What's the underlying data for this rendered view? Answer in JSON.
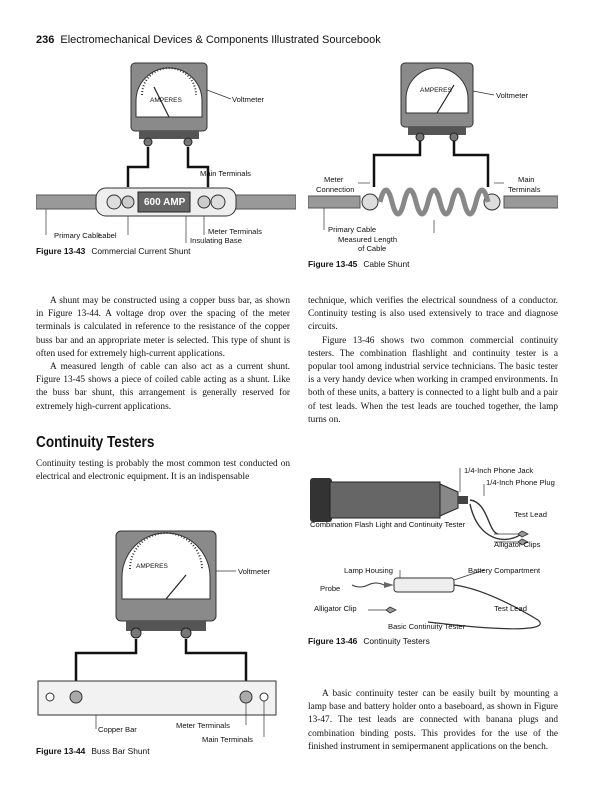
{
  "header": {
    "page_number": "236",
    "book_title": "Electromechanical Devices & Components Illustrated Sourcebook"
  },
  "fig43": {
    "caption_num": "Figure 13-43",
    "caption": "Commercial Current Shunt",
    "dial": "AMPERES",
    "shunt_label": "600 AMP",
    "voltmeter": "Voltmeter",
    "main_terminals": "Main Terminals",
    "primary_cable": "Primary Cable",
    "label": "Label",
    "meter_terminals": "Meter Terminals",
    "insulating_base": "Insulating Base"
  },
  "fig45": {
    "caption_num": "Figure 13-45",
    "caption": "Cable Shunt",
    "dial": "AMPERES",
    "voltmeter": "Voltmeter",
    "meter_connection_1": "Meter",
    "meter_connection_2": "Connection",
    "main_terminals_1": "Main",
    "main_terminals_2": "Terminals",
    "primary_cable": "Primary Cable",
    "measured_length_1": "Measured Length",
    "measured_length_2": "of Cable"
  },
  "body_left": {
    "p1": "A shunt may be constructed using a copper buss bar, as shown in Figure 13-44. A voltage drop over the spacing of the meter terminals is calculated in reference to the resistance of the copper buss bar and an appropriate meter is selected. This type of shunt is often used for extremely high-current applications.",
    "p2": "A measured length of cable can also act as a current shunt. Figure 13-45 shows a piece of coiled cable acting as a shunt. Like the buss bar shunt, this arrangement is generally reserved for extremely high-current applications."
  },
  "body_right": {
    "p1": "technique, which verifies the electrical soundness of a conductor. Continuity testing is also used extensively to trace and diagnose circuits.",
    "p2": "Figure 13-46 shows two common commercial continuity testers. The combination flashlight and continuity tester is a popular tool among industrial service technicians. The basic tester is a very handy device when working in cramped environments. In both of these units, a battery is connected to a light bulb and a pair of test leads. When the test leads are touched together, the lamp turns on."
  },
  "section": {
    "heading": "Continuity Testers",
    "p1": "Continuity testing is probably the most common test conducted on electrical and electronic equipment. It is an indispensable"
  },
  "fig44": {
    "caption_num": "Figure 13-44",
    "caption": "Buss Bar Shunt",
    "dial": "AMPERES",
    "voltmeter": "Voltmeter",
    "copper_bar": "Copper Bar",
    "meter_terminals": "Meter Terminals",
    "main_terminals": "Main Terminals"
  },
  "fig46": {
    "caption_num": "Figure 13-46",
    "caption": "Continuity Testers",
    "phone_jack": "1/4-Inch Phone Jack",
    "phone_plug": "1/4-Inch Phone Plug",
    "test_lead": "Test Lead",
    "combo": "Combination Flash Light and Continuity Tester",
    "alligator_clips": "Alligator Clips",
    "lamp_housing": "Lamp Housing",
    "battery_compartment": "Battery Compartment",
    "probe": "Probe",
    "alligator_clip": "Alligator Clip",
    "test_lead_2": "Test Lead",
    "basic": "Basic Continuity Tester"
  },
  "body_bottom": {
    "p1": "A basic continuity tester can be easily built by mounting a lamp base and battery holder onto a baseboard, as shown in Figure 13-47. The test leads are connected with banana plugs and combination binding posts. This provides for the use of the finished instrument in semipermanent applications on the bench."
  }
}
